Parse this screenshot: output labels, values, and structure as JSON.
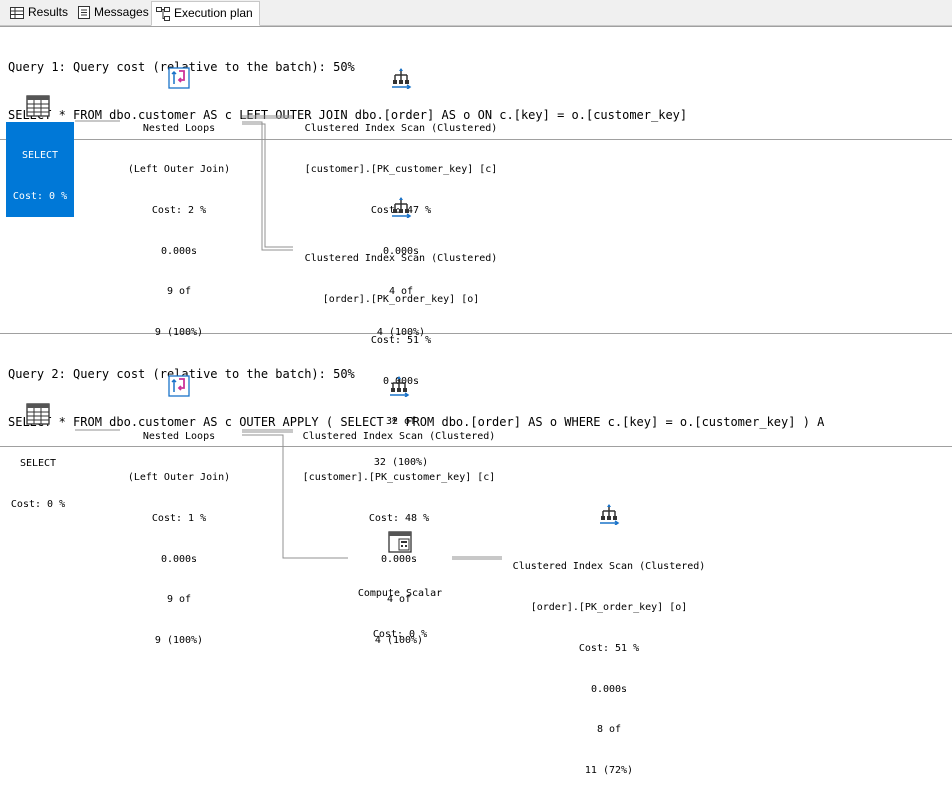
{
  "tabs": [
    {
      "label": "Results",
      "icon": "results-grid-icon"
    },
    {
      "label": "Messages",
      "icon": "messages-icon"
    },
    {
      "label": "Execution plan",
      "icon": "execution-plan-icon"
    }
  ],
  "query1": {
    "header": "Query 1: Query cost (relative to the batch): 50%",
    "sql": "SELECT * FROM dbo.customer AS c LEFT OUTER JOIN dbo.[order] AS o ON c.[key] = o.[customer_key]",
    "select": {
      "line1": "SELECT",
      "line2": "Cost: 0 %"
    },
    "nested_loops": {
      "line1": "Nested Loops",
      "line2": "(Left Outer Join)",
      "line3": "Cost: 2 %",
      "line4": "0.000s",
      "line5": "9 of",
      "line6": "9 (100%)"
    },
    "scan_customer": {
      "line1": "Clustered Index Scan (Clustered)",
      "line2": "[customer].[PK_customer_key] [c]",
      "line3": "Cost: 47 %",
      "line4": "0.000s",
      "line5": "4 of",
      "line6": "4 (100%)"
    },
    "scan_order": {
      "line1": "Clustered Index Scan (Clustered)",
      "line2": "[order].[PK_order_key] [o]",
      "line3": "Cost: 51 %",
      "line4": "0.000s",
      "line5": "32 of",
      "line6": "32 (100%)"
    }
  },
  "query2": {
    "header": "Query 2: Query cost (relative to the batch): 50%",
    "sql": "SELECT * FROM dbo.customer AS c OUTER APPLY ( SELECT * FROM dbo.[order] AS o WHERE c.[key] = o.[customer_key] ) A",
    "select": {
      "line1": "SELECT",
      "line2": "Cost: 0 %"
    },
    "nested_loops": {
      "line1": "Nested Loops",
      "line2": "(Left Outer Join)",
      "line3": "Cost: 1 %",
      "line4": "0.000s",
      "line5": "9 of",
      "line6": "9 (100%)"
    },
    "scan_customer": {
      "line1": "Clustered Index Scan (Clustered)",
      "line2": "[customer].[PK_customer_key] [c]",
      "line3": "Cost: 48 %",
      "line4": "0.000s",
      "line5": "4 of",
      "line6": "4 (100%)"
    },
    "compute_scalar": {
      "line1": "Compute Scalar",
      "line2": "Cost: 0 %"
    },
    "scan_order": {
      "line1": "Clustered Index Scan (Clustered)",
      "line2": "[order].[PK_order_key] [o]",
      "line3": "Cost: 51 %",
      "line4": "0.000s",
      "line5": "8 of",
      "line6": "11 (72%)"
    }
  },
  "colors": {
    "selection": "#0078d7",
    "join_icon": "#cc3399",
    "scan_icon": "#1a73c9"
  }
}
